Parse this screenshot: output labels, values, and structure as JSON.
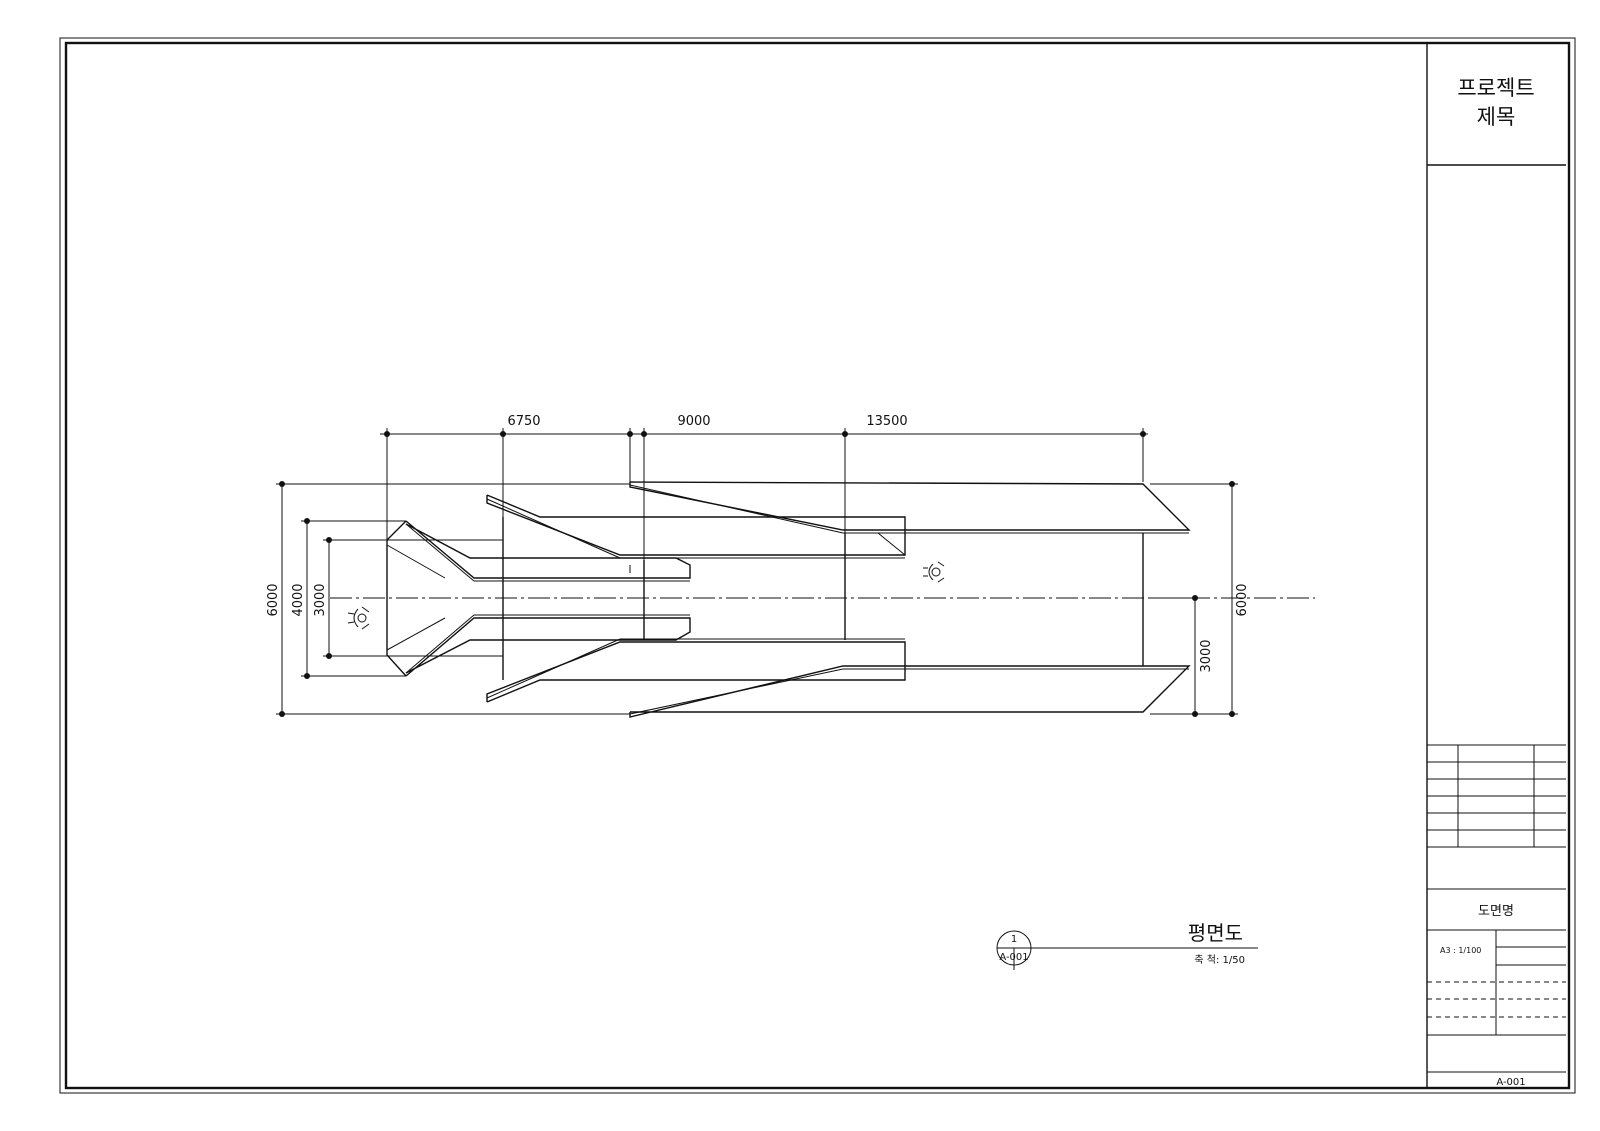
{
  "title_block": {
    "project_title_line1": "프로젝트",
    "project_title_line2": "제목",
    "drawing_name_label": "도면명",
    "scale_info": "A3 : 1/100",
    "sheet_number": "A-001"
  },
  "drawing": {
    "title": "평면도",
    "scale_text": "축 척: 1/50",
    "tag_number": "1",
    "tag_sheet": "A-001"
  },
  "dimensions": {
    "top": [
      "6750",
      "9000",
      "13500"
    ],
    "left": [
      "6000",
      "4000",
      "3000"
    ],
    "right": [
      "6000",
      "3000"
    ]
  },
  "colors": {
    "line": "#111111",
    "background": "#ffffff"
  },
  "icons": [
    "person-figure-icon",
    "person-figure-icon"
  ]
}
